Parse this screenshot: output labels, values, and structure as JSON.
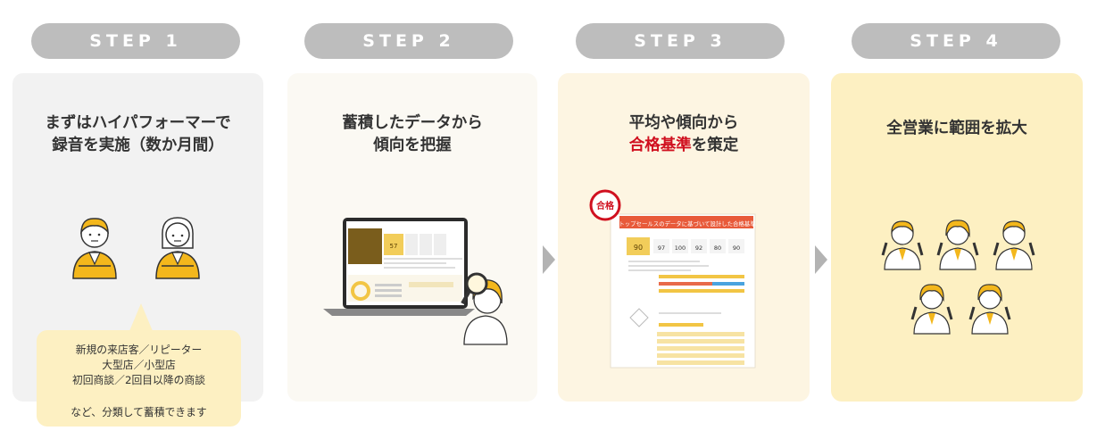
{
  "steps": [
    {
      "label": "STEP 1",
      "title_line1": "まずはハイパフォーマーで",
      "title_line2": "録音を実施（数か月間）"
    },
    {
      "label": "STEP 2",
      "title_line1": "蓄積したデータから",
      "title_line2": "傾向を把握"
    },
    {
      "label": "STEP 3",
      "title_line1": "平均や傾向から",
      "title_line2_red": "合格基準",
      "title_line2_rest": "を策定"
    },
    {
      "label": "STEP 4",
      "title_line1": "全営業に範囲を拡大"
    }
  ],
  "bubble": {
    "line1": "新規の来店客／リピーター",
    "line2": "大型店／小型店",
    "line3": "初回商談／2回目以降の商談",
    "note": "など、分類して蓄積できます"
  },
  "step3_sheet": {
    "stamp": "合格",
    "header": "トップセールスのデータに基づいて設計した合格基準",
    "scores": [
      "90",
      "97",
      "100",
      "92",
      "80",
      "90"
    ]
  },
  "step2_screen": {
    "score": "57"
  },
  "colors": {
    "pill": "#bdbdbd",
    "card1": "#f2f2f2",
    "card2": "#fbf9f3",
    "card3": "#fdf5e2",
    "card4": "#fdf0c2",
    "accent_red": "#d0101f",
    "figure_yellow": "#f3b71c"
  }
}
